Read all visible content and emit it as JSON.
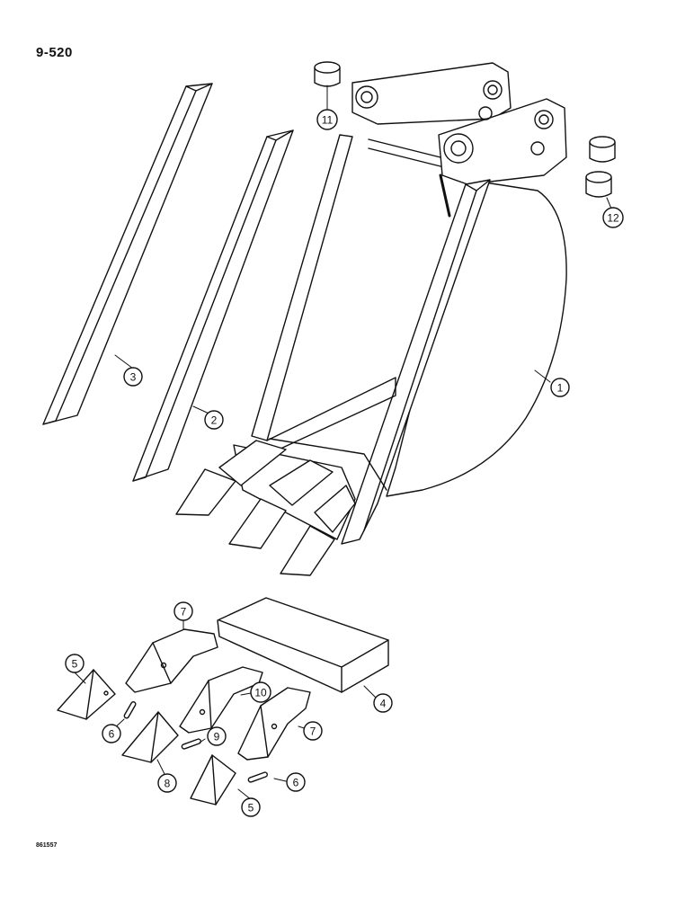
{
  "page": {
    "page_number": "9-520",
    "doc_code": "861557"
  },
  "callouts": {
    "c1": "1",
    "c2": "2",
    "c3": "3",
    "c4": "4",
    "c5a": "5",
    "c5b": "5",
    "c6a": "6",
    "c6b": "6",
    "c7a": "7",
    "c7b": "7",
    "c8": "8",
    "c9": "9",
    "c10": "10",
    "c11": "11",
    "c12": "12"
  }
}
